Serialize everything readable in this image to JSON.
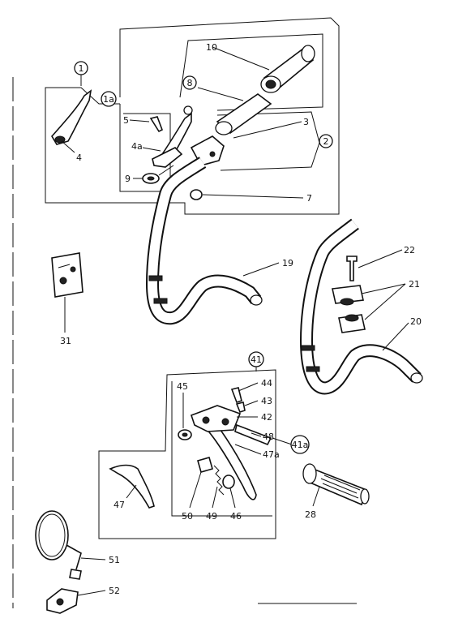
{
  "diagram": {
    "callouts": [
      {
        "id": "c1",
        "text": "1"
      },
      {
        "id": "c1a",
        "text": "1a"
      },
      {
        "id": "c8",
        "text": "8"
      },
      {
        "id": "c2",
        "text": "2"
      },
      {
        "id": "c41",
        "text": "41"
      },
      {
        "id": "c41a",
        "text": "41a"
      }
    ],
    "labels": [
      {
        "id": "l10",
        "text": "10"
      },
      {
        "id": "l3",
        "text": "3"
      },
      {
        "id": "l5",
        "text": "5"
      },
      {
        "id": "l4",
        "text": "4"
      },
      {
        "id": "l4a",
        "text": "4a"
      },
      {
        "id": "l9",
        "text": "9"
      },
      {
        "id": "l7",
        "text": "7"
      },
      {
        "id": "l19",
        "text": "19"
      },
      {
        "id": "l22",
        "text": "22"
      },
      {
        "id": "l21",
        "text": "21"
      },
      {
        "id": "l20",
        "text": "20"
      },
      {
        "id": "l31",
        "text": "31"
      },
      {
        "id": "l44",
        "text": "44"
      },
      {
        "id": "l43",
        "text": "43"
      },
      {
        "id": "l42",
        "text": "42"
      },
      {
        "id": "l48",
        "text": "48"
      },
      {
        "id": "l47a",
        "text": "47a"
      },
      {
        "id": "l45",
        "text": "45"
      },
      {
        "id": "l47",
        "text": "47"
      },
      {
        "id": "l50",
        "text": "50"
      },
      {
        "id": "l49",
        "text": "49"
      },
      {
        "id": "l46",
        "text": "46"
      },
      {
        "id": "l28",
        "text": "28"
      },
      {
        "id": "l51",
        "text": "51"
      },
      {
        "id": "l52",
        "text": "52"
      }
    ]
  }
}
